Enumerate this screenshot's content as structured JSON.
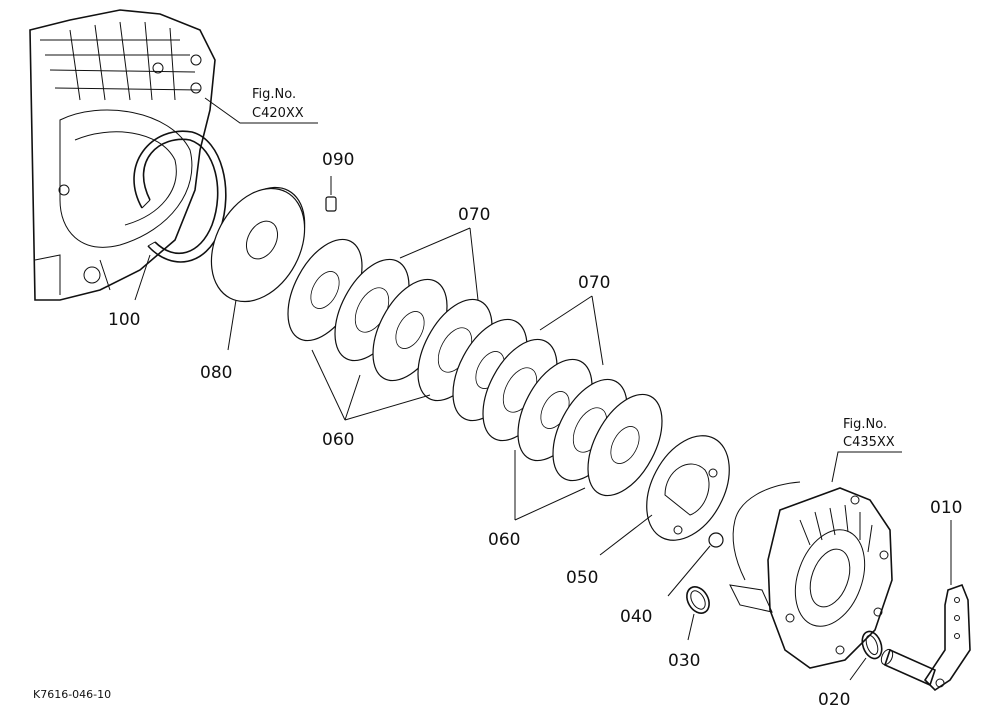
{
  "diagram": {
    "code": "K7616-046-10",
    "refs": [
      {
        "line1": "Fig.No.",
        "line2": "C420XX"
      },
      {
        "line1": "Fig.No.",
        "line2": "C435XX"
      }
    ],
    "parts": [
      "100",
      "090",
      "080",
      "070",
      "070",
      "060",
      "060",
      "050",
      "040",
      "030",
      "020",
      "010"
    ]
  }
}
